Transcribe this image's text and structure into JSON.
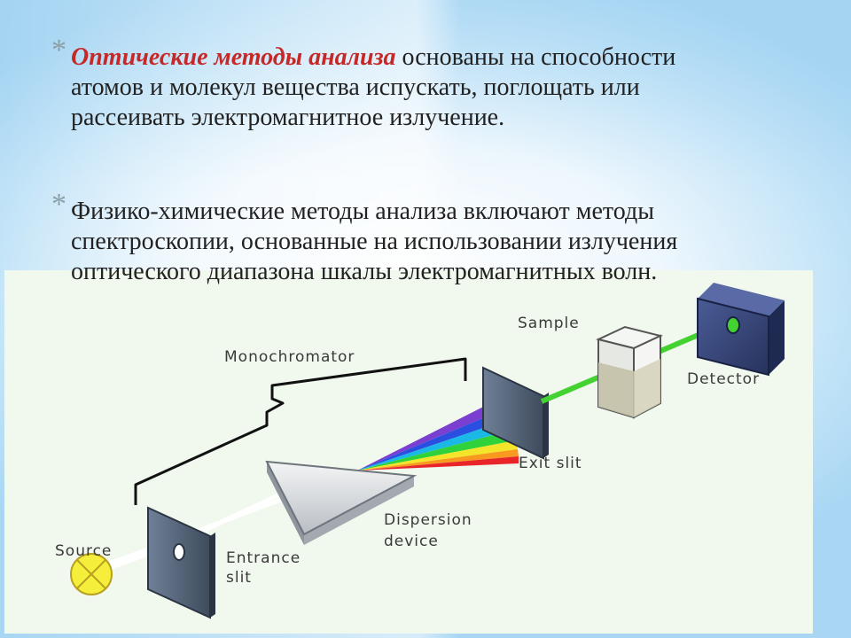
{
  "bullets": [
    {
      "emphasis": "Оптические методы анализа",
      "lines": [
        " основаны на способности",
        "атомов и молекул вещества испускать, поглощать или",
        "рассеивать электромагнитное излучение."
      ]
    },
    {
      "lines": [
        "Физико-химические методы анализа включают методы",
        "спектроскопии, основанные на использовании излучения",
        "оптического диапазона шкалы электромагнитных волн."
      ]
    }
  ],
  "bullet_symbol": "*",
  "diagram": {
    "labels": {
      "monochromator": "Monochromator",
      "sample": "Sample",
      "detector": "Detector",
      "exit_slit": "Exit slit",
      "dispersion_line1": "Dispersion",
      "dispersion_line2": "device",
      "source": "Source",
      "entrance_line1": "Entrance",
      "entrance_line2": "slit"
    },
    "colors": {
      "panel": "#f1f8ed",
      "slit": "#4a5a6e",
      "beam_green": "#44d233",
      "source_fill": "#f5ee3a",
      "detector": "#2f3e70"
    }
  }
}
